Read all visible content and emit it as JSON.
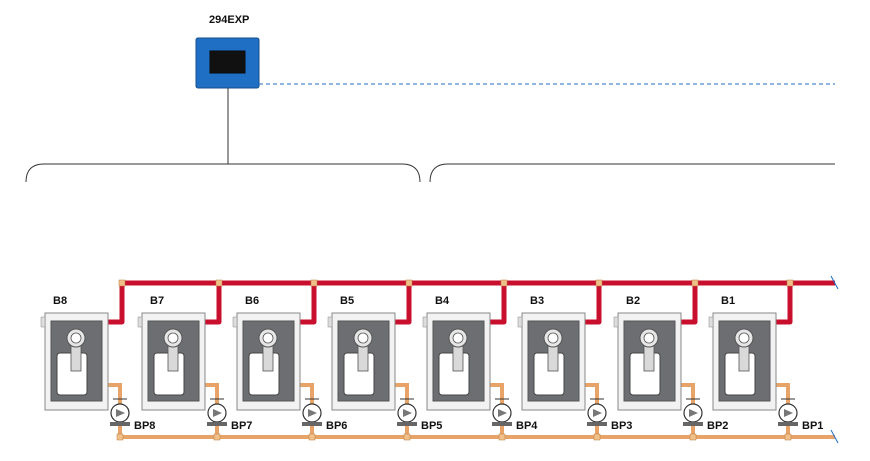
{
  "controller": {
    "label": "294EXP"
  },
  "boilers": [
    {
      "label": "B8",
      "pump": "BP8"
    },
    {
      "label": "B7",
      "pump": "BP7"
    },
    {
      "label": "B6",
      "pump": "BP6"
    },
    {
      "label": "B5",
      "pump": "BP5"
    },
    {
      "label": "B4",
      "pump": "BP4"
    },
    {
      "label": "B3",
      "pump": "BP3"
    },
    {
      "label": "B2",
      "pump": "BP2"
    },
    {
      "label": "B1",
      "pump": "BP1"
    }
  ],
  "colors": {
    "supply_pipe": "#c8102e",
    "return_pipe": "#e8a468",
    "controller_body": "#1f6fc5",
    "controller_screen": "#111111",
    "boiler_shell": "#f2f2f2",
    "boiler_inner": "#6d6e71",
    "network_line": "#1f6fc5"
  }
}
